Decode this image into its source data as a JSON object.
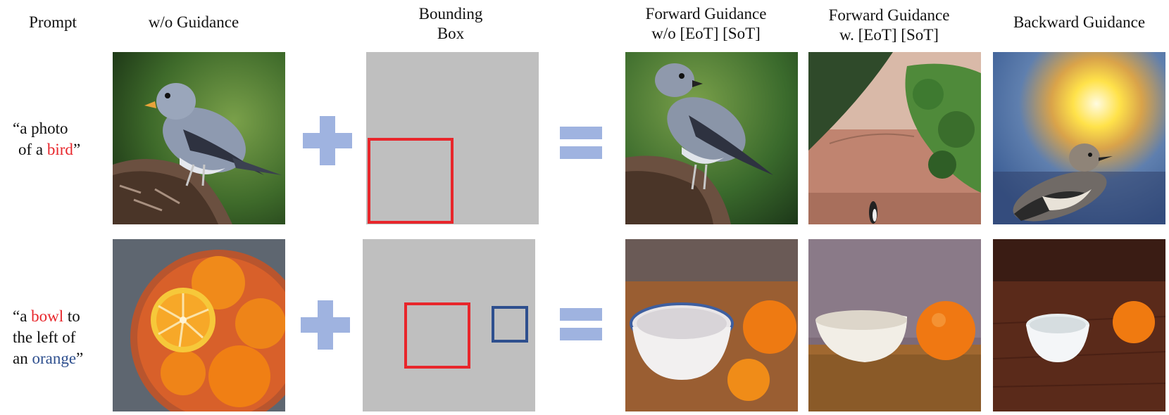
{
  "headers": {
    "prompt": "Prompt",
    "wo_guidance": "w/o Guidance",
    "bbox_line1": "Bounding",
    "bbox_line2": "Box",
    "fwd_wo_line1": "Forward Guidance",
    "fwd_wo_line2": "w/o [EoT] [SoT]",
    "fwd_w_line1": "Forward Guidance",
    "fwd_w_line2": "w. [EoT] [SoT]",
    "backward": "Backward Guidance"
  },
  "rows": [
    {
      "prompt_lines": [
        "“a photo",
        "of a ",
        "bird",
        "”"
      ],
      "highlight_colors": [
        "#e8262b"
      ]
    },
    {
      "prompt_lines": [
        "“a ",
        "bowl",
        " to",
        "the left of",
        "an ",
        "orange",
        "”"
      ],
      "highlight_colors": [
        "#e8262b",
        "#2e4f8e"
      ]
    }
  ],
  "colors": {
    "operator": "#9fb3e0",
    "bbox_background": "#bfbfbf",
    "box_red": "#e8262b",
    "box_blue": "#2e4f8e"
  }
}
